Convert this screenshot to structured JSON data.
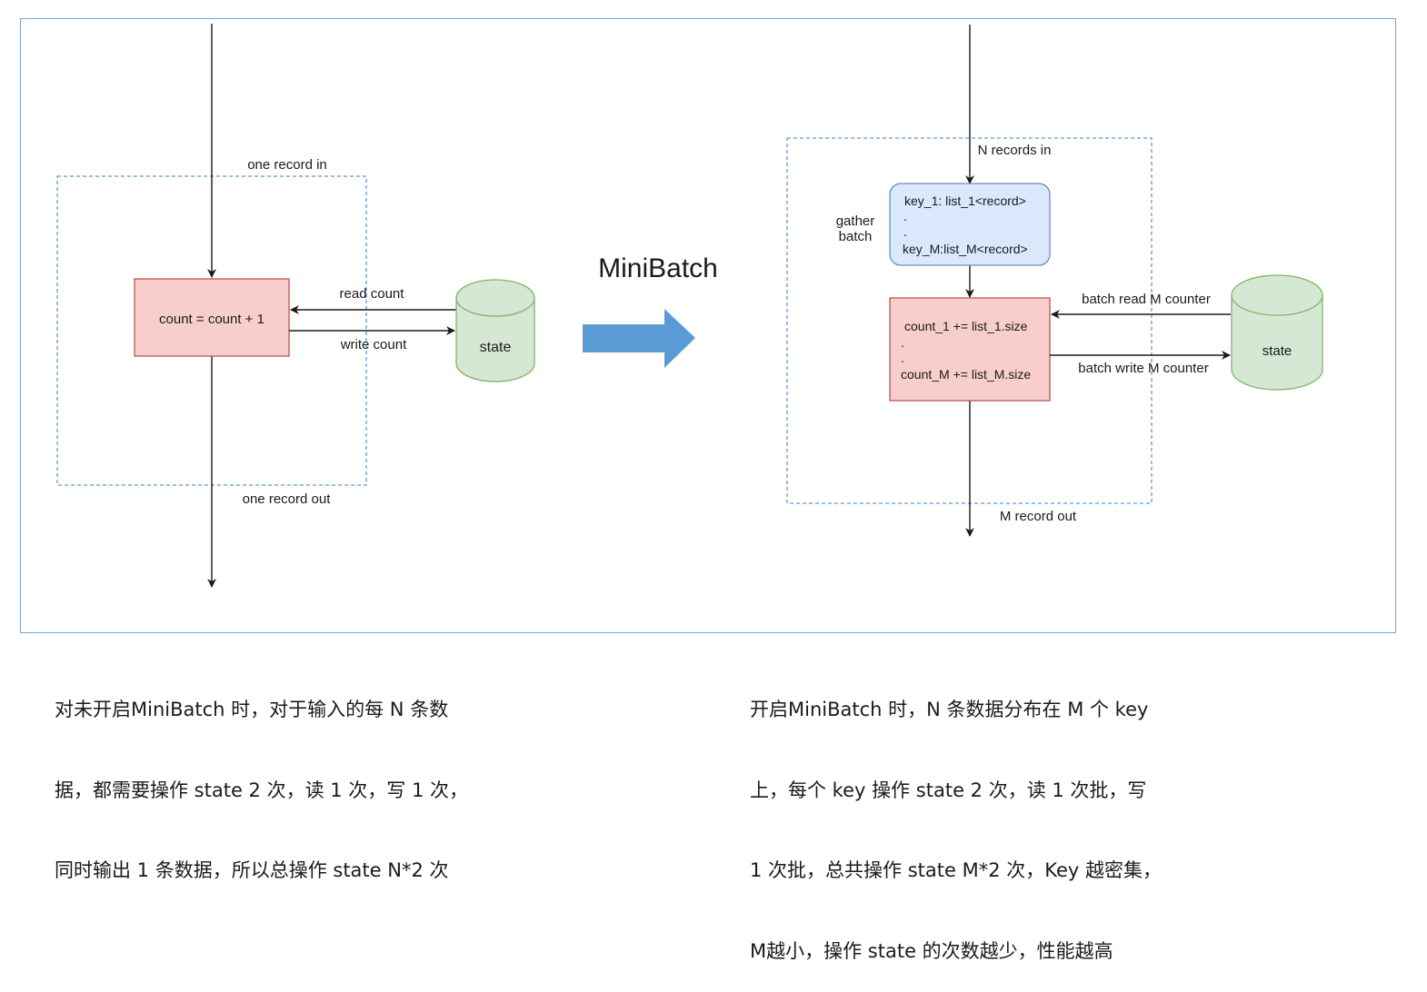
{
  "left": {
    "input_label": "one record in",
    "output_label": "one record out",
    "operator_text": "count = count + 1",
    "read_label": "read count",
    "write_label": "write count",
    "state_label": "state"
  },
  "middle": {
    "transition_label": "MiniBatch"
  },
  "right": {
    "input_label": "N records in",
    "output_label": "M record out",
    "batch_side_label": [
      "gather",
      "batch"
    ],
    "batch_lines": [
      "key_1: list_1<record>",
      ".",
      ".",
      "key_M:list_M<record>"
    ],
    "operator_lines": [
      "count_1 += list_1.size",
      ".",
      ".",
      "count_M += list_M.size"
    ],
    "read_label": "batch read M counter",
    "write_label": "batch write M counter",
    "state_label": "state"
  },
  "captions": {
    "left": [
      "对未开启MiniBatch 时，对于输入的每 N 条数",
      "据，都需要操作 state 2 次，读 1 次，写 1 次，",
      "同时输出 1 条数据，所以总操作 state N*2 次"
    ],
    "right": [
      "开启MiniBatch 时，N 条数据分布在 M 个 key",
      "上，每个 key 操作 state 2 次，读 1 次批，写",
      "1 次批，总共操作 state M*2 次，Key 越密集，",
      "M越小，操作 state 的次数越少，性能越高"
    ]
  },
  "colors": {
    "frame_border": "#7aa7d6",
    "dashed_border": "#5b9bd5",
    "operator_fill": "#f8cecc",
    "operator_stroke": "#b85450",
    "state_fill": "#d5e8d4",
    "state_stroke": "#82b366",
    "batch_fill": "#dae8fc",
    "batch_stroke": "#6c8ebf",
    "big_arrow": "#5b9bd5",
    "line": "#1a1a1a"
  }
}
